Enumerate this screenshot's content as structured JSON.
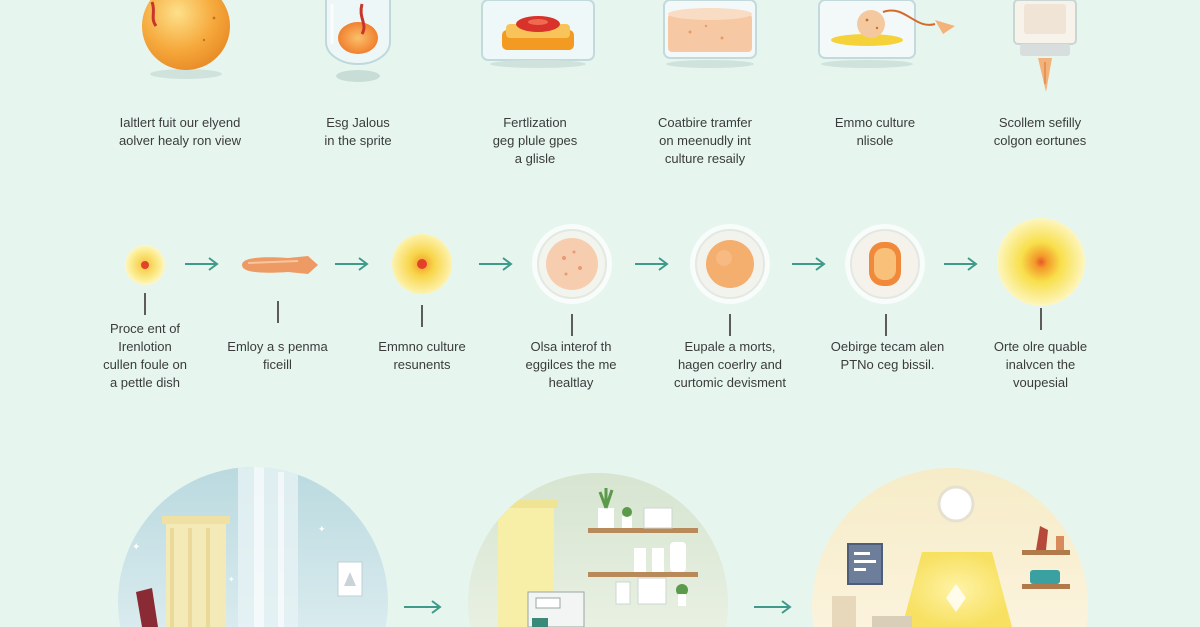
{
  "top_steps": [
    {
      "lines": [
        "Ialtlert fuit our elyend",
        "aolver healy ron view"
      ],
      "icon": "orange-egg-icon"
    },
    {
      "lines": [
        "Esg Jalous",
        "in the sprite"
      ],
      "icon": "test-tube-egg-icon"
    },
    {
      "lines": [
        "Fertlization",
        "geg plule gpes",
        "a glisle"
      ],
      "icon": "fertilization-dish-icon"
    },
    {
      "lines": [
        "Coatbire tramfer",
        "on meenudly int",
        "culture resaily"
      ],
      "icon": "culture-dish-icon"
    },
    {
      "lines": [
        "Emmo culture",
        "nlisole"
      ],
      "icon": "embryo-culture-dish-icon"
    },
    {
      "lines": [
        "Scollem sefilly",
        "colgon eortunes"
      ],
      "icon": "incubator-icon"
    }
  ],
  "mid_steps": [
    {
      "lines": [
        "Proce ent of",
        "Irenlotion",
        "cullen foule on",
        "a pettle dish"
      ],
      "icon": "small-yellow-cell-icon"
    },
    {
      "lines": [
        "Emloy a s penma",
        "ficeill"
      ],
      "icon": "sperma-tail-icon"
    },
    {
      "lines": [
        "Emmno culture",
        "resunents"
      ],
      "icon": "yellow-cell-icon"
    },
    {
      "lines": [
        "Olsa interof th",
        "eggilces the me",
        "healtlay"
      ],
      "icon": "blastocyst-cell-icon"
    },
    {
      "lines": [
        "Eupale a morts,",
        "hagen coerlry and",
        "curtomic devisment"
      ],
      "icon": "orange-cell-icon"
    },
    {
      "lines": [
        "Oebirge tecam alen",
        "PTNo ceg bissil."
      ],
      "icon": "capsule-cell-icon"
    },
    {
      "lines": [
        "Orte olre quable",
        "inalvcen the",
        "voupesial"
      ],
      "icon": "glowing-cell-icon"
    }
  ],
  "colors": {
    "background": "#e6f6ef",
    "arrow": "#3f9a8a",
    "egg_orange": "#f4a23a",
    "yolk_yellow": "#f8e36a",
    "glass": "#d7ecef"
  }
}
